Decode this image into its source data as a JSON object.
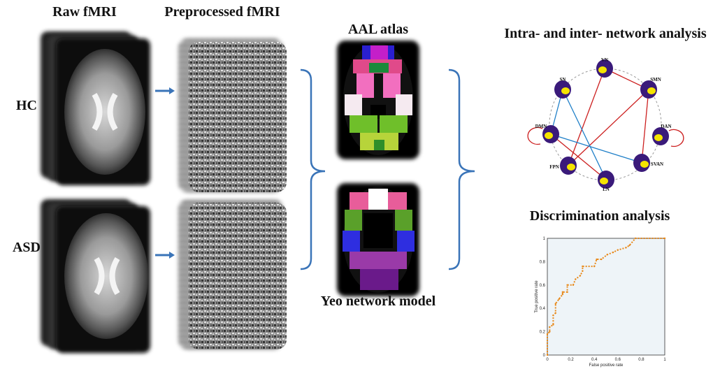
{
  "titles": {
    "raw": "Raw fMRI",
    "preprocessed": "Preprocessed fMRI",
    "aal": "AAL atlas",
    "yeo": "Yeo network model",
    "network": "Intra- and inter- network analysis",
    "discrimination": "Discrimination analysis"
  },
  "groups": {
    "hc": "HC",
    "asd": "ASD"
  },
  "network": {
    "nodes": [
      "VN",
      "SMN",
      "DAN",
      "SVAN",
      "LN",
      "FPN",
      "DMN",
      "SN"
    ],
    "positive_edges": [
      [
        "VN",
        "SMN"
      ],
      [
        "VN",
        "FPN"
      ],
      [
        "SMN",
        "FPN"
      ],
      [
        "SMN",
        "SVAN"
      ],
      [
        "DMN",
        "LN"
      ]
    ],
    "negative_edges": [
      [
        "SN",
        "DMN"
      ],
      [
        "SN",
        "LN"
      ],
      [
        "DMN",
        "SVAN"
      ]
    ],
    "self_loops": [
      "DMN",
      "DAN"
    ],
    "colors": {
      "positive": "#cc1f1f",
      "negative": "#1f7fc8",
      "node": "#f5e400"
    }
  },
  "chart_data": {
    "type": "line",
    "title": "Discrimination analysis",
    "xlabel": "False positive rate",
    "ylabel": "True positive rate",
    "xlim": [
      0,
      1
    ],
    "ylim": [
      0,
      1
    ],
    "xticks": [
      "0",
      "0.2",
      "0.4",
      "0.6",
      "0.8",
      "1"
    ],
    "yticks": [
      "0",
      "0.2",
      "0.4",
      "0.6",
      "0.8",
      "1"
    ],
    "color": "#e8891a",
    "x": [
      0,
      0,
      0.02,
      0.02,
      0.05,
      0.05,
      0.07,
      0.07,
      0.1,
      0.13,
      0.13,
      0.17,
      0.17,
      0.22,
      0.24,
      0.28,
      0.3,
      0.3,
      0.4,
      0.42,
      0.46,
      0.51,
      0.56,
      0.6,
      0.67,
      0.7,
      0.75,
      1
    ],
    "y": [
      0,
      0.18,
      0.2,
      0.24,
      0.26,
      0.34,
      0.36,
      0.44,
      0.48,
      0.52,
      0.54,
      0.54,
      0.6,
      0.6,
      0.65,
      0.68,
      0.72,
      0.76,
      0.76,
      0.82,
      0.82,
      0.86,
      0.88,
      0.9,
      0.92,
      0.94,
      1,
      1
    ]
  }
}
